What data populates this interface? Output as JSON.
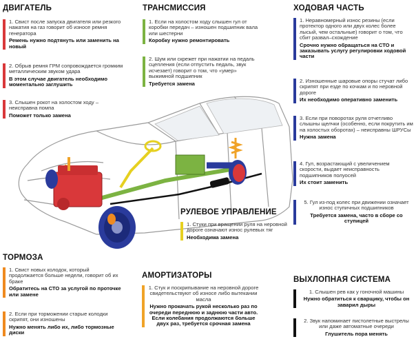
{
  "colors": {
    "engine": "#d9383a",
    "transmission": "#7cb342",
    "chassis": "#2a3b9c",
    "brakes": "#ef8a1f",
    "shock": "#f0a328",
    "steering": "#e6d020",
    "exhaust": "#111111"
  },
  "engine": {
    "title": "ДВИГАТЕЛЬ",
    "items": [
      {
        "q": "1. Свист после запуска двигателя или резкого нажатия на газ говорит об износе ремня генератора",
        "a": "Ремень нужно подтянуть или заменить на новый"
      },
      {
        "q": "2. Обрыв ремня ГРМ сопровождается громким металлическим звуком удара",
        "a": "В этом случае двигатель необходимо моментально заглушить"
      },
      {
        "q": "3. Слышен рокот на холостом ходу – неисправна помпа",
        "a": "Поможет только замена"
      }
    ]
  },
  "transmission": {
    "title": "ТРАНСМИССИЯ",
    "items": [
      {
        "q": "1. Если на холостом ходу слышен гул от коробки передач – изношен подшипник вала или шестерни",
        "a": "Коробку нужно ремонтировать"
      },
      {
        "q": "2. Шум или скрежет при нажатии на педаль сцепления (если отпустить педаль, звук исчезает) говорит о том, что «умер» выжимной подшипник",
        "a": "Требуется замена"
      }
    ]
  },
  "chassis": {
    "title": "ХОДОВАЯ ЧАСТЬ",
    "items": [
      {
        "q": "1. Неравномерный износ резины (если протектор одного или двух колес более лысый, чем остальные) говорит о том, что сбит развал–схождение",
        "a": "Срочно нужно обращаться на СТО и заказывать услугу регулировки ходовой части"
      },
      {
        "q": "2. Изношенные шаровые опоры стучат либо скрипят при езде по кочкам и по неровной дороге",
        "a": "Их необходимо оперативно заменить"
      },
      {
        "q": "3. Если при поворотах руля отчетливо слышны щелчки (особенно, если покрутить им на холостых оборотах) – неисправны ШРУСы",
        "a": "Нужна замена"
      },
      {
        "q": "4. Гул, возрастающий с увеличением скорости, выдает неисправность подшипников полуосей",
        "a": "Их стоит заменить"
      },
      {
        "q": "5. Гул из-под колес при движении означает износ ступичных подшипников",
        "a": "Требуется замена, часто в сборе со ступицей"
      }
    ]
  },
  "steering": {
    "title": "РУЛЕВОЕ УПРАВЛЕНИЕ",
    "items": [
      {
        "q": "1. Стуки при вращении руля на неровной дороге означают износ рулевых тяг",
        "a": "Необходима замена"
      }
    ]
  },
  "brakes": {
    "title": "ТОРМОЗА",
    "items": [
      {
        "q": "1. Свист новых колодок, который продолжается больше недели, говорит об их браке",
        "a": "Обратитесь на СТО за услугой по проточке или замене"
      },
      {
        "q": "2. Если при торможении старые колодки скрипят, они изношены",
        "a": "Нужно менять либо их, либо тормозные диски"
      }
    ]
  },
  "shock": {
    "title": "АМОРТИЗАТОРЫ",
    "items": [
      {
        "q": "1. Стук и поскрипывание на неровной дороге свидетельствуют об износе либо вытекании масла",
        "a": "Нужно прокачать рукой несколько раз по очереди переднюю и заднюю части авто. Если колебания продолжаются больше двух раз, требуется срочная замена"
      }
    ]
  },
  "exhaust": {
    "title": "ВЫХЛОПНАЯ СИСТЕМА",
    "items": [
      {
        "q": "1. Слышен рев как у гоночной машины",
        "a": "Нужно обратиться к сварщику, чтобы он заварил дыры"
      },
      {
        "q": "2. Звук напоминает пистолетные выстрелы или даже автоматные очереди",
        "a": "Глушитель пора менять"
      }
    ]
  }
}
